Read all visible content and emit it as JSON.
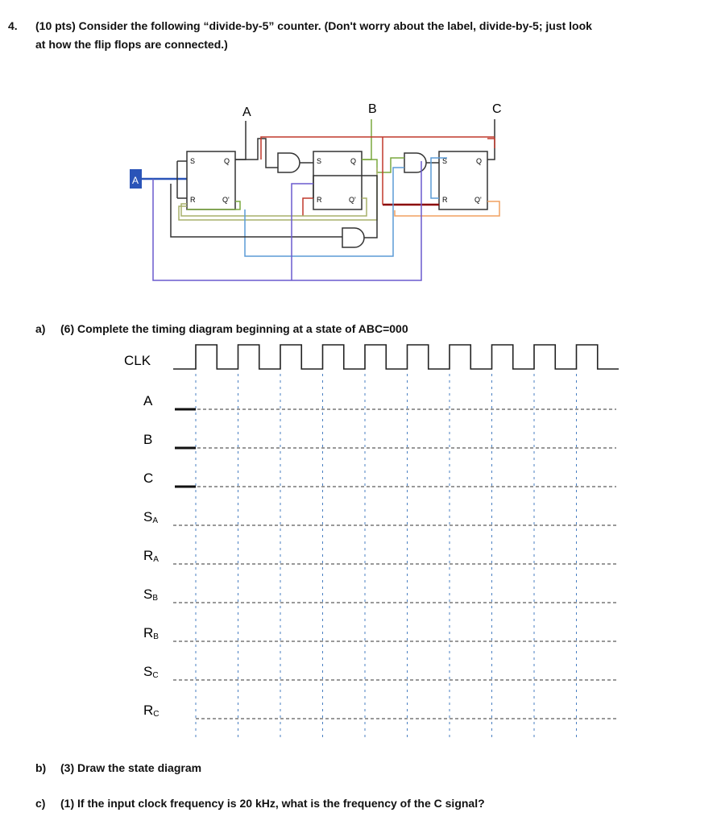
{
  "question": {
    "number": "4.",
    "line1": "(10 pts) Consider the following “divide-by-5” counter. (Don't worry about the label, divide-by-5; just look",
    "line2": "at how the flip flops are connected.)"
  },
  "circuit": {
    "output_labels": [
      "A",
      "B",
      "C"
    ],
    "input_label": "A",
    "ff_pin_labels": {
      "s": "S",
      "q": "Q",
      "r": "R",
      "qbar": "Q'"
    },
    "colors": {
      "red": "#c0392b",
      "dark_red": "#8b0000",
      "green": "#7aa83f",
      "olive": "#a7b06a",
      "blue": "#5b9bd5",
      "purple": "#6a5acd",
      "orange": "#f0a060",
      "black": "#333333",
      "input_box": "#2a54b8"
    }
  },
  "part_a": {
    "label": "a)",
    "text": "(6) Complete the timing diagram beginning at a state of ABC=000"
  },
  "timing": {
    "clk_label": "CLK",
    "signals": [
      {
        "name": "A",
        "sub": ""
      },
      {
        "name": "B",
        "sub": ""
      },
      {
        "name": "C",
        "sub": ""
      },
      {
        "name": "S",
        "sub": "A"
      },
      {
        "name": "R",
        "sub": "A"
      },
      {
        "name": "S",
        "sub": "B"
      },
      {
        "name": "R",
        "sub": "B"
      },
      {
        "name": "S",
        "sub": "C"
      },
      {
        "name": "R",
        "sub": "C"
      }
    ],
    "clock_pulses": 10,
    "initial_state": "000"
  },
  "part_b": {
    "label": "b)",
    "text": "(3) Draw the state diagram"
  },
  "part_c": {
    "label": "c)",
    "text": "(1) If the input clock frequency is 20 kHz, what is the frequency of the C signal?"
  }
}
